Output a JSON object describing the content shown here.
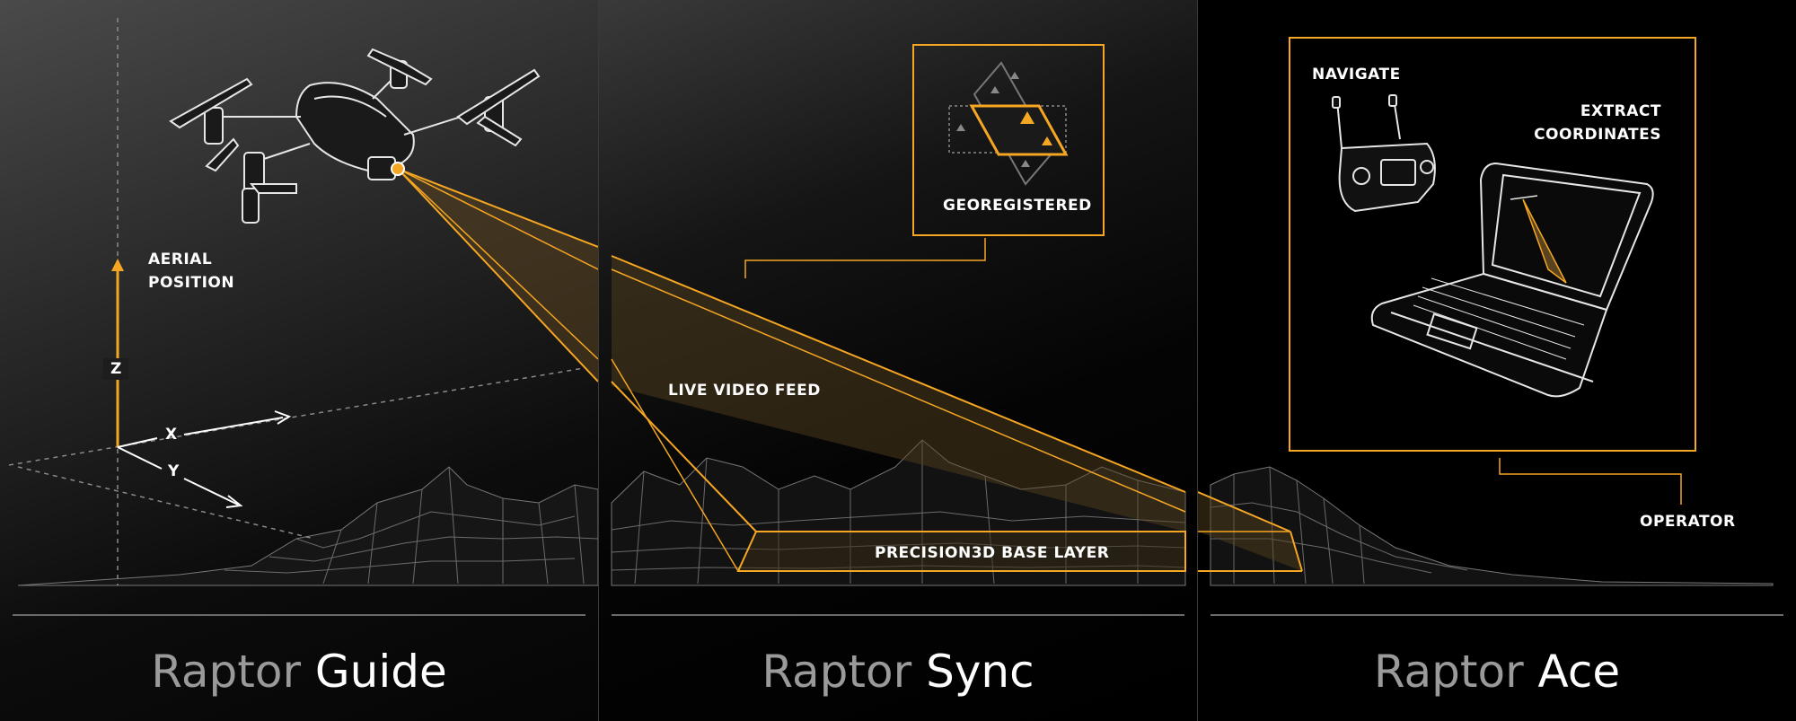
{
  "panels": {
    "guide": {
      "brand": "Raptor",
      "product": "Guide",
      "label_aerial_line1": "AERIAL",
      "label_aerial_line2": "POSITION",
      "axis_z": "Z",
      "axis_x": "X",
      "axis_y": "Y"
    },
    "sync": {
      "brand": "Raptor",
      "product": "Sync",
      "label_georegistered": "GEOREGISTERED",
      "label_live_video": "LIVE VIDEO FEED",
      "label_base_layer": "PRECISION3D BASE LAYER"
    },
    "ace": {
      "brand": "Raptor",
      "product": "Ace",
      "label_navigate": "NAVIGATE",
      "label_extract_line1": "EXTRACT",
      "label_extract_line2": "COORDINATES",
      "label_operator": "OPERATOR"
    }
  },
  "colors": {
    "accent": "#f5a623",
    "text": "#ffffff",
    "brand_text": "#9a9a9a",
    "wireframe": "#8a8a8a"
  },
  "icons": [
    "drone-icon",
    "remote-controller-icon",
    "laptop-icon",
    "georegistration-icon"
  ]
}
